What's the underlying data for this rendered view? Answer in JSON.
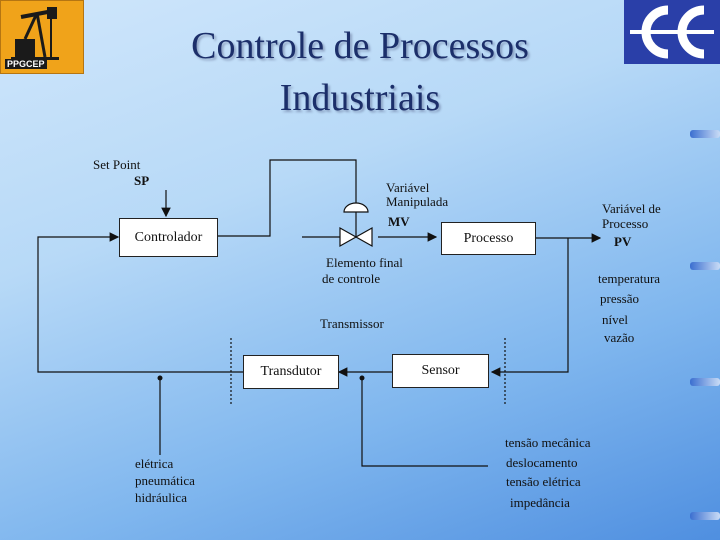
{
  "title": {
    "line1": "Controle de Processos",
    "line2": "Industriais"
  },
  "logos": {
    "left_text": "PPGCEP"
  },
  "diagram": {
    "setpoint": {
      "line1": "Set Point",
      "line2": "SP"
    },
    "controlador": "Controlador",
    "processo": "Processo",
    "transdutor": "Transdutor",
    "sensor": "Sensor",
    "manipulated": {
      "line1": "Variável",
      "line2": "Manipulada",
      "abbr": "MV"
    },
    "final_element": {
      "line1": "Elemento final",
      "line2": "de controle"
    },
    "process_var": {
      "line1": "Variável de",
      "line2": "Processo",
      "abbr": "PV"
    },
    "transmissor": "Transmissor",
    "pv_types": [
      "temperatura",
      "pressão",
      "nível",
      "vazão"
    ],
    "transducer_types": [
      "elétrica",
      "pneumática",
      "hidráulica"
    ],
    "sensor_types": [
      "tensão mecânica",
      "deslocamento",
      "tensão elétrica",
      "impedância"
    ]
  }
}
